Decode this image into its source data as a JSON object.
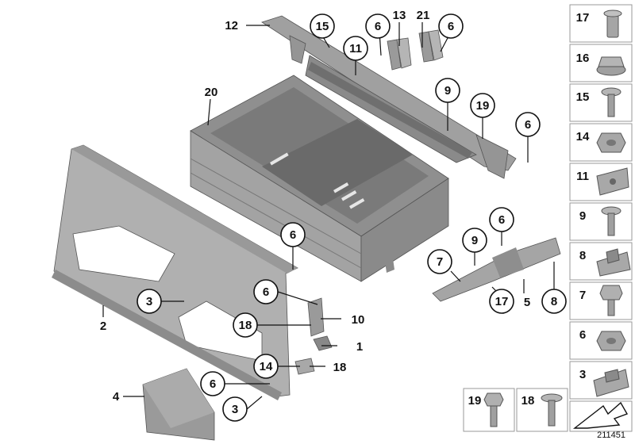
{
  "diagram_id": "211451",
  "callouts": [
    {
      "id": "c12",
      "label": "12",
      "circled": false
    },
    {
      "id": "c15",
      "label": "15",
      "circled": true
    },
    {
      "id": "c6a",
      "label": "6",
      "circled": true
    },
    {
      "id": "c13",
      "label": "13",
      "circled": false
    },
    {
      "id": "c21",
      "label": "21",
      "circled": false
    },
    {
      "id": "c6b",
      "label": "6",
      "circled": true
    },
    {
      "id": "c11",
      "label": "11",
      "circled": true
    },
    {
      "id": "c20",
      "label": "20",
      "circled": false
    },
    {
      "id": "c9a",
      "label": "9",
      "circled": true
    },
    {
      "id": "c19",
      "label": "19",
      "circled": true
    },
    {
      "id": "c6c",
      "label": "6",
      "circled": true
    },
    {
      "id": "c6d",
      "label": "6",
      "circled": true
    },
    {
      "id": "c6e",
      "label": "6",
      "circled": true
    },
    {
      "id": "c9b",
      "label": "9",
      "circled": true
    },
    {
      "id": "c7",
      "label": "7",
      "circled": true
    },
    {
      "id": "c17",
      "label": "17",
      "circled": true
    },
    {
      "id": "c5",
      "label": "5",
      "circled": false
    },
    {
      "id": "c8",
      "label": "8",
      "circled": true
    },
    {
      "id": "c6f",
      "label": "6",
      "circled": true
    },
    {
      "id": "c10",
      "label": "10",
      "circled": false
    },
    {
      "id": "c3a",
      "label": "3",
      "circled": true
    },
    {
      "id": "c18a",
      "label": "18",
      "circled": true
    },
    {
      "id": "c2",
      "label": "2",
      "circled": false
    },
    {
      "id": "c1",
      "label": "1",
      "circled": false
    },
    {
      "id": "c14",
      "label": "14",
      "circled": true
    },
    {
      "id": "c18b",
      "label": "18",
      "circled": false
    },
    {
      "id": "c6g",
      "label": "6",
      "circled": true
    },
    {
      "id": "c4",
      "label": "4",
      "circled": false
    },
    {
      "id": "c3b",
      "label": "3",
      "circled": true
    }
  ],
  "sidebar_parts": [
    {
      "label": "17",
      "icon": "rivet-nut-icon"
    },
    {
      "label": "16",
      "icon": "flange-nut-icon"
    },
    {
      "label": "15",
      "icon": "screw-icon"
    },
    {
      "label": "14",
      "icon": "hex-nut-icon"
    },
    {
      "label": "11",
      "icon": "clip-nut-icon"
    },
    {
      "label": "9",
      "icon": "screw-icon"
    },
    {
      "label": "8",
      "icon": "cage-nut-icon"
    },
    {
      "label": "7",
      "icon": "hex-bolt-icon"
    },
    {
      "label": "6",
      "icon": "hex-nut-icon"
    },
    {
      "label": "3",
      "icon": "clip-nut-icon"
    }
  ],
  "bottom_parts": [
    {
      "label": "19",
      "icon": "hex-bolt-icon"
    },
    {
      "label": "18",
      "icon": "screw-icon"
    }
  ],
  "colors": {
    "part": "#a9a9a9",
    "part_dark": "#7d7d7d",
    "part_light": "#c6c6c6",
    "line": "#111111"
  }
}
